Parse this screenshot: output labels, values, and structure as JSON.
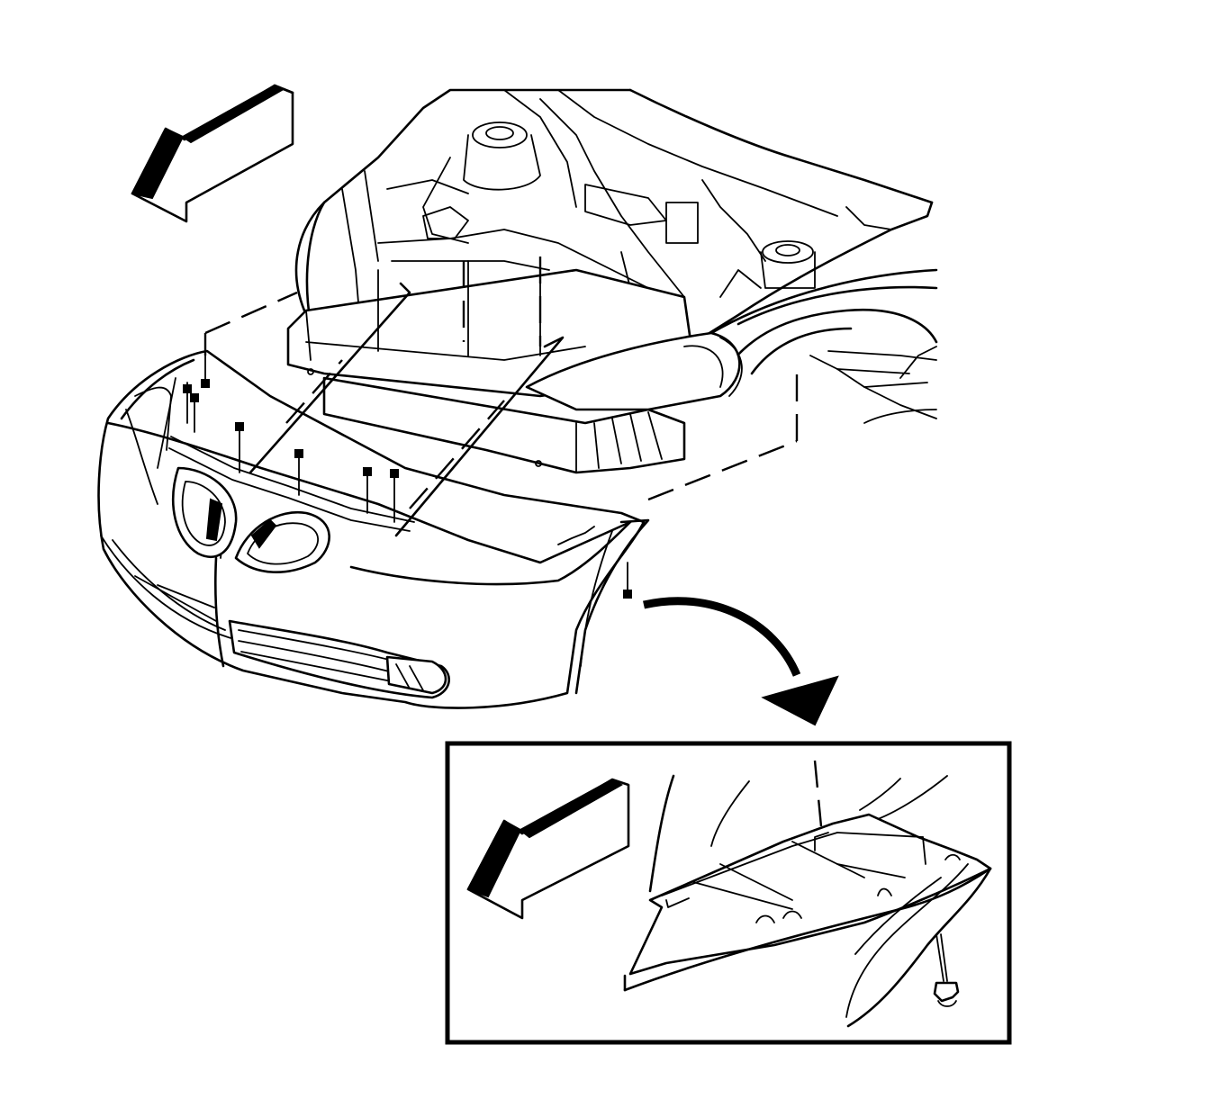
{
  "figure": {
    "kind": "service-illustration",
    "subject": "front-bumper-fascia-removal",
    "stroke_color": "#000000",
    "background_color": "#ffffff",
    "direction_arrows": [
      "forward-arrow-main",
      "forward-arrow-detail"
    ],
    "callout": "detail-inset-lower-fascia-fastener"
  }
}
